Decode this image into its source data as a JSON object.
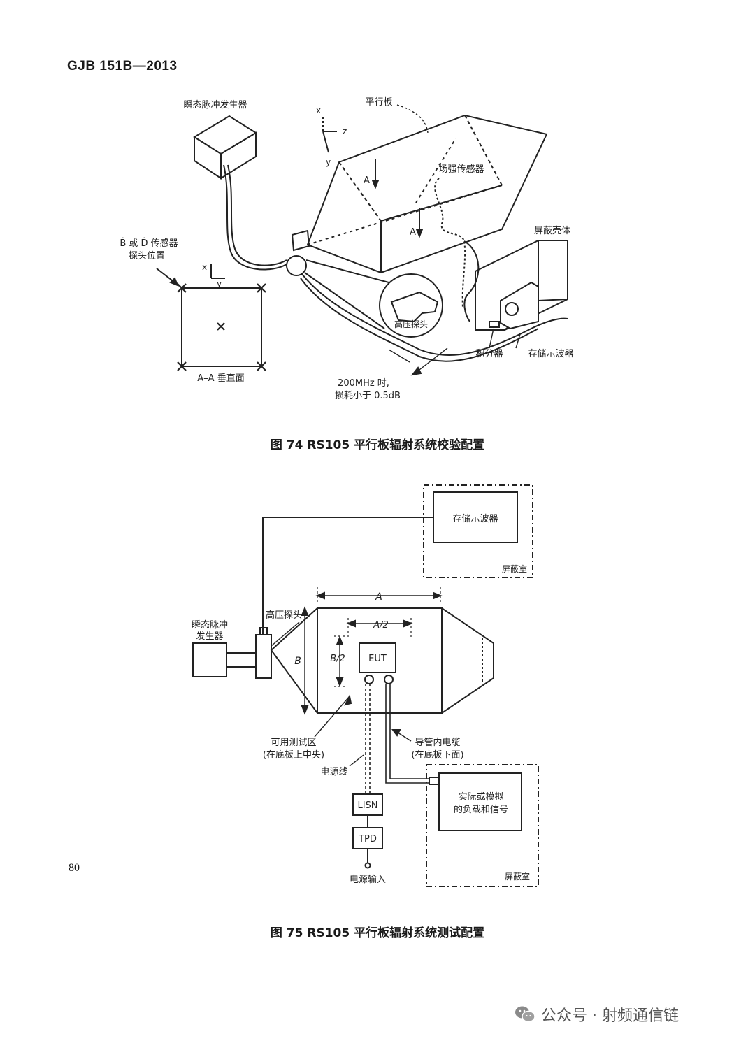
{
  "header": {
    "standard_code": "GJB 151B—2013"
  },
  "figure74": {
    "caption": "图 74   RS105 平行板辐射系统校验配置",
    "labels": {
      "pulse_generator": "瞬态脉冲发生器",
      "parallel_plate": "平行板",
      "field_sensor": "场强传感器",
      "shield_enclosure": "屏蔽壳体",
      "sensor_position_line1": "Ḃ 或 Ḋ 传感器",
      "sensor_position_line2": "探头位置",
      "hv_probe": "高压探头",
      "integrator": "积分器",
      "storage_scope": "存储示波器",
      "cable_note_line1": "200MHz 时,",
      "cable_note_line2": "损耗小于 0.5dB",
      "vertical_plane": "A–A 垂直面",
      "section_a": "A",
      "axis_x": "x",
      "axis_y": "y",
      "axis_z": "z"
    }
  },
  "figure75": {
    "caption": "图 75   RS105 平行板辐射系统测试配置",
    "labels": {
      "storage_scope": "存储示波器",
      "shield_room_top": "屏蔽室",
      "shield_room_bottom": "屏蔽室",
      "dim_a": "A",
      "dim_a_half": "A/2",
      "dim_b": "B",
      "dim_b_half": "B/2",
      "eut": "EUT",
      "hv_probe": "高压探头",
      "pulse_gen_line1": "瞬态脉冲",
      "pulse_gen_line2": "发生器",
      "test_area_line1": "可用测试区",
      "test_area_line2": "(在底板上中央)",
      "power_line": "电源线",
      "conduit_line1": "导管内电缆",
      "conduit_line2": "(在底板下面)",
      "load_line1": "实际或模拟",
      "load_line2": "的负载和信号",
      "lisn": "LISN",
      "tpd": "TPD",
      "power_input": "电源输入"
    }
  },
  "page_number": "80",
  "watermark": {
    "text": "公众号 · 射频通信链",
    "icon": "wechat-icon"
  }
}
